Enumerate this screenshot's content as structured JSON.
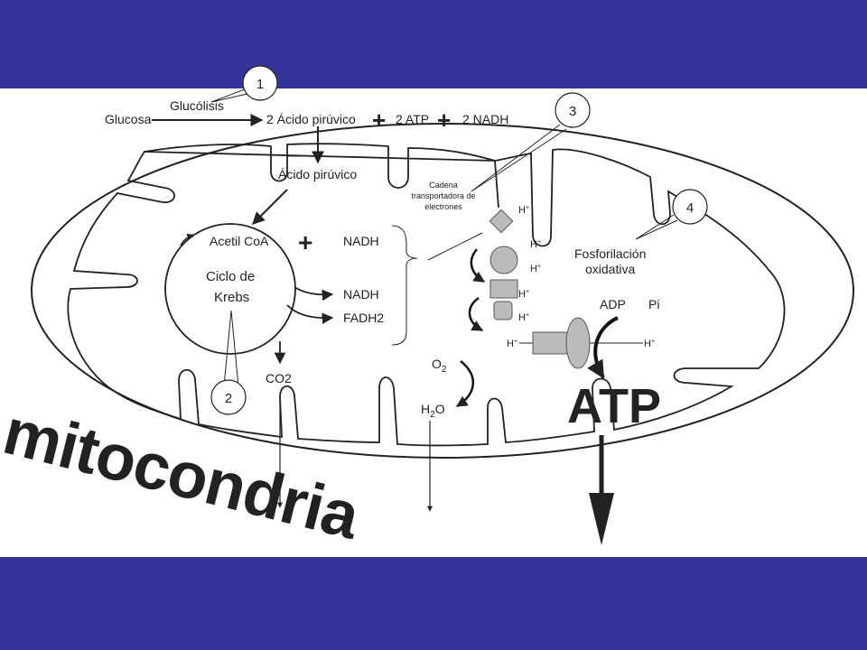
{
  "colors": {
    "band": "#333399",
    "stroke": "#222222",
    "fill_gray": "#bbbbbb"
  },
  "glycolysis": {
    "glucosa": "Glucosa",
    "glucolisis": "Glucólisis",
    "piruvico": "2 Ácido pirúvico",
    "plus": "+",
    "atp": "2 ATP",
    "nadh": "2 NADH"
  },
  "matrix": {
    "acido_piruvico": "Ácido pirúvico",
    "acetil": "Acetil CoA",
    "plus": "+",
    "nadh_top": "NADH",
    "ciclo_line1": "Ciclo de",
    "ciclo_line2": "Krebs",
    "nadh": "NADH",
    "fadh2": "FADH2",
    "co2": "CO2"
  },
  "chain": {
    "label_line1": "Cadena",
    "label_line2": "transportadora de",
    "label_line3": "electrones",
    "h": "H",
    "plus_sup": "+",
    "o2": "O",
    "o2_sub": "2",
    "h2o_h": "H",
    "h2o_sub": "2",
    "h2o_o": "O"
  },
  "phosphorylation": {
    "line1": "Fosforilación",
    "line2": "oxidativa",
    "adp": "ADP",
    "pi": "Pi",
    "atp": "ATP"
  },
  "callouts": [
    "1",
    "2",
    "3",
    "4"
  ],
  "title": "mitocondria"
}
